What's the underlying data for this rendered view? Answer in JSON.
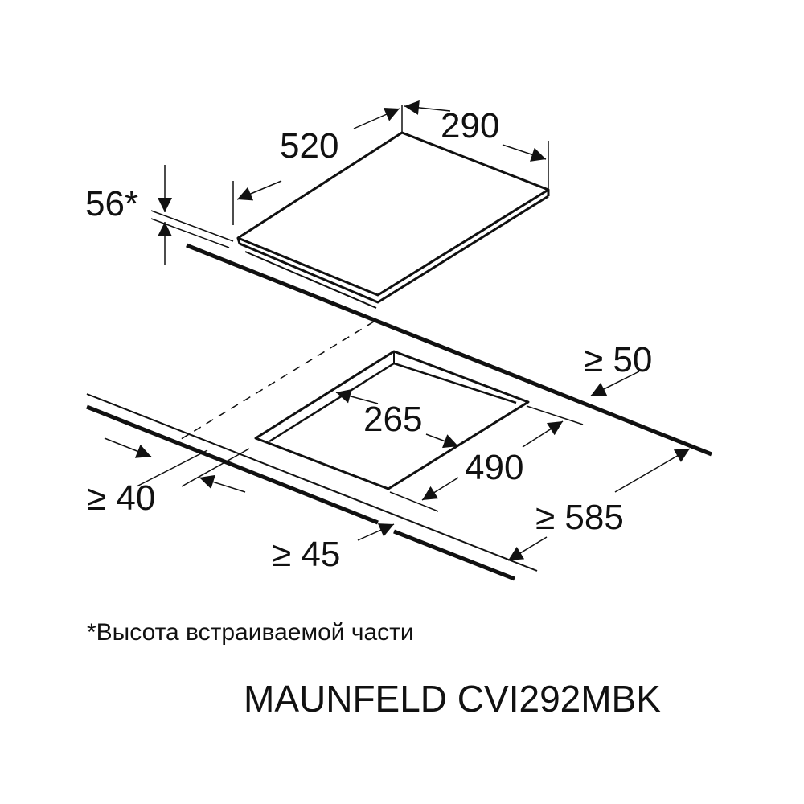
{
  "diagram": {
    "hob_dimensions": {
      "depth": "520",
      "width": "290",
      "height": "56*"
    },
    "clearances": {
      "back": "≥ 50",
      "side": "≥ 40",
      "front": "≥ 45",
      "countertop_depth": "≥ 585"
    },
    "cutout_dimensions": {
      "width": "265",
      "depth": "490"
    },
    "footnote": "*Высота встраиваемой части",
    "model": "MAUNFELD CVI292MBK"
  }
}
